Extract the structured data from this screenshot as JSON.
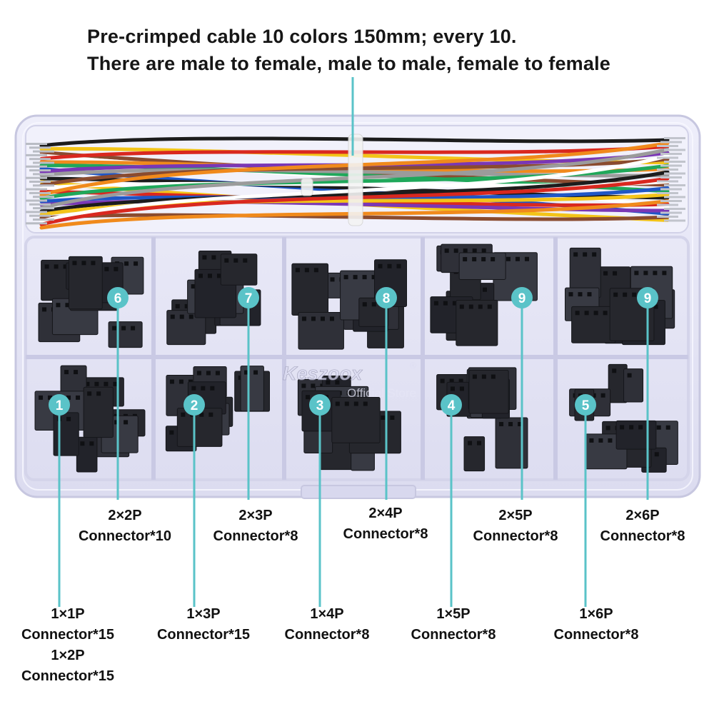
{
  "headline": {
    "line1": "Pre-crimped cable 10 colors 150mm; every 10.",
    "line2": "There are male to female, male to male, female to female"
  },
  "watermark": {
    "brand": "Keszoox",
    "registered": "®",
    "subtitle": "Official Store"
  },
  "colors": {
    "accent": "#5ac3c8",
    "box_tint": "#e6e6f6",
    "connector": "#2e2f36",
    "wires": [
      "#1c1c1c",
      "#f3c419",
      "#8a4b2f",
      "#ffffff",
      "#d9281f",
      "#f08a1c",
      "#1fa85a",
      "#1f56c6",
      "#7a37b5",
      "#9b9b9b"
    ]
  },
  "compartments": [
    {
      "badge": "6",
      "line1": "2×2P",
      "line2": "Connector*10"
    },
    {
      "badge": "7",
      "line1": "2×3P",
      "line2": "Connector*8"
    },
    {
      "badge": "8",
      "line1": "2×4P",
      "line2": "Connector*8"
    },
    {
      "badge": "9",
      "line1": "2×5P",
      "line2": "Connector*8"
    },
    {
      "badge": "9",
      "line1": "2×6P",
      "line2": "Connector*8"
    },
    {
      "badge": "1",
      "line1": "1×1P",
      "line2": "Connector*15",
      "line3": "1×2P",
      "line4": "Connector*15"
    },
    {
      "badge": "2",
      "line1": "1×3P",
      "line2": "Connector*15"
    },
    {
      "badge": "3",
      "line1": "1×4P",
      "line2": "Connector*8"
    },
    {
      "badge": "4",
      "line1": "1×5P",
      "line2": "Connector*8"
    },
    {
      "badge": "5",
      "line1": "1×6P",
      "line2": "Connector*8"
    }
  ]
}
